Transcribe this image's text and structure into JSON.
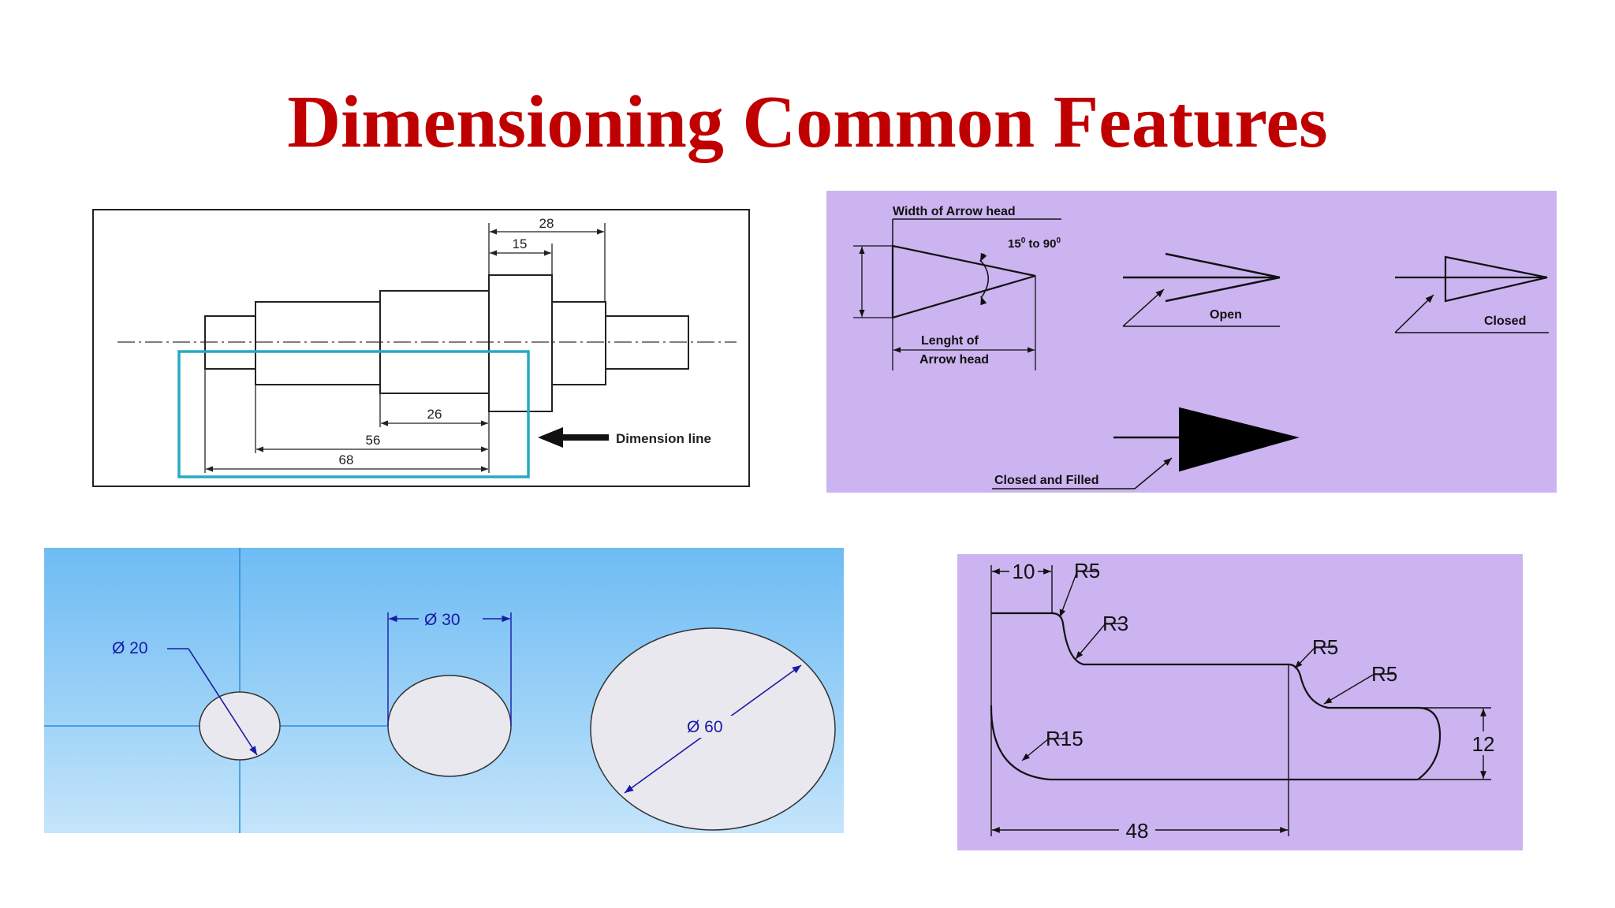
{
  "slide": {
    "title": "Dimensioning Common Features"
  },
  "shaft_diagram": {
    "dim_28": "28",
    "dim_15": "15",
    "dim_26": "26",
    "dim_56": "56",
    "dim_68": "68",
    "callout": "Dimension line",
    "highlight_color": "#29a8c4"
  },
  "arrowheads_diagram": {
    "width_label": "Width of Arrow head",
    "angle_label": "15",
    "angle_sup_1": "0",
    "angle_to": " to 90",
    "angle_sup_2": "0",
    "length_label_1": "Lenght of",
    "length_label_2": "Arrow head",
    "open_label": "Open",
    "closed_label": "Closed",
    "filled_label": "Closed and Filled",
    "background_color": "#cbb4f0"
  },
  "circles_diagram": {
    "dia_20": "Ø 20",
    "dia_30": "Ø 30",
    "dia_60": "Ø 60",
    "dimension_color": "#1a1aa8"
  },
  "radii_diagram": {
    "dim_10": "10",
    "r5_top": "R5",
    "r3": "R3",
    "r5_mid": "R5",
    "r5_right": "R5",
    "r15": "R15",
    "dim_12": "12",
    "dim_48": "48"
  }
}
